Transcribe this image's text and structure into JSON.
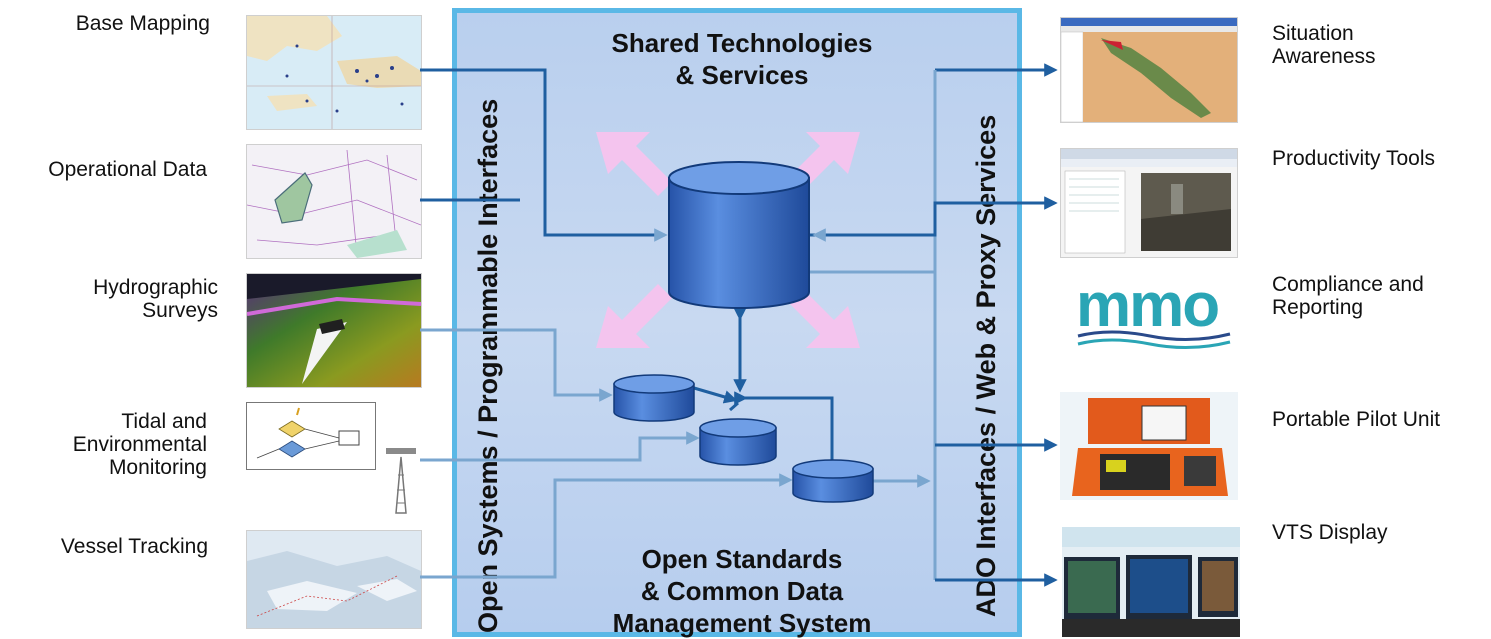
{
  "inputs": [
    {
      "label": "Base Mapping"
    },
    {
      "label": "Operational Data"
    },
    {
      "label": "Hydrographic\nSurveys"
    },
    {
      "label": "Tidal and\nEnvironmental\nMonitoring"
    },
    {
      "label": "Vessel Tracking"
    }
  ],
  "outputs": [
    {
      "label": "Situation\nAwareness"
    },
    {
      "label": "Productivity Tools"
    },
    {
      "label": "Compliance and\nReporting"
    },
    {
      "label": "Portable Pilot Unit"
    },
    {
      "label": "VTS Display"
    }
  ],
  "panel": {
    "top_title": "Shared Technologies\n& Services",
    "bottom_title": "Open Standards\n& Common Data\nManagement System",
    "left_vertical": "Open Systems / Programmable Interfaces",
    "right_vertical": "ADO Interfaces / Web & Proxy Services"
  },
  "colors": {
    "panel_border": "#5ab8e6",
    "panel_fill": "#c3d5f0",
    "arrow_dark": "#1f5fa0",
    "arrow_light": "#7aa6cf",
    "star_arrows": "#f4c4ee",
    "cylinder": "#2f64c4"
  },
  "logo": {
    "text": "mmo"
  }
}
